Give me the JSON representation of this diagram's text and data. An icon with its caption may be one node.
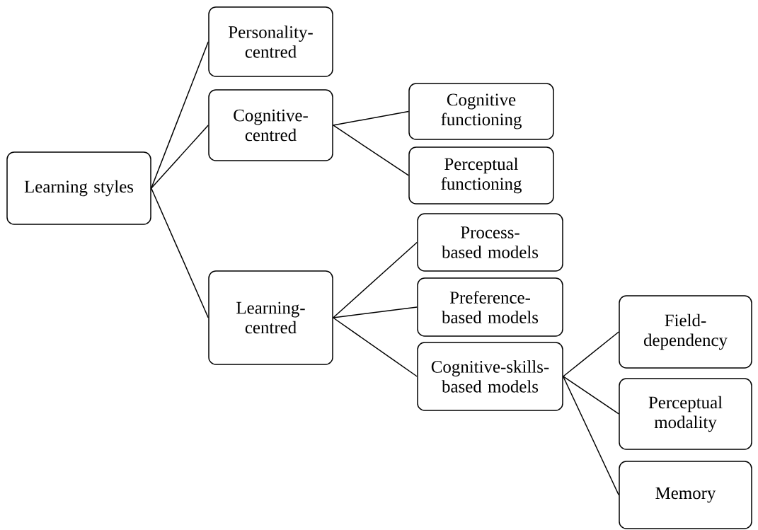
{
  "diagram": {
    "nodes": [
      {
        "text": [
          "Learning styles"
        ]
      },
      {
        "text": [
          "Personality-centred"
        ]
      },
      {
        "text": [
          "Cognitive-centred"
        ]
      },
      {
        "text": [
          "Cognitive functioning"
        ]
      },
      {
        "text": [
          "Perceptual functioning"
        ]
      },
      {
        "text": [
          "Learning-centred"
        ]
      },
      {
        "text": [
          "Process-based models"
        ]
      },
      {
        "text": [
          "Preference-based models"
        ]
      },
      {
        "text": [
          "Cognitive-skills-based models"
        ]
      },
      {
        "text": [
          "Field-dependency"
        ]
      },
      {
        "text": [
          "Perceptual modality"
        ]
      },
      {
        "text": [
          "Memory"
        ]
      }
    ],
    "edges": [
      {
        "from": 0,
        "to": 1,
        "arrow": "none"
      },
      {
        "from": 0,
        "to": 2,
        "arrow": "none"
      },
      {
        "from": 0,
        "to": 5,
        "arrow": "none"
      },
      {
        "from": 2,
        "to": 3,
        "arrow": "none"
      },
      {
        "from": 2,
        "to": 4,
        "arrow": "none"
      },
      {
        "from": 5,
        "to": 6,
        "arrow": "none"
      },
      {
        "from": 5,
        "to": 7,
        "arrow": "none"
      },
      {
        "from": 5,
        "to": 8,
        "arrow": "none"
      },
      {
        "from": 8,
        "to": 9,
        "arrow": "none"
      },
      {
        "from": 8,
        "to": 10,
        "arrow": "none"
      },
      {
        "from": 8,
        "to": 11,
        "arrow": "none"
      }
    ]
  }
}
